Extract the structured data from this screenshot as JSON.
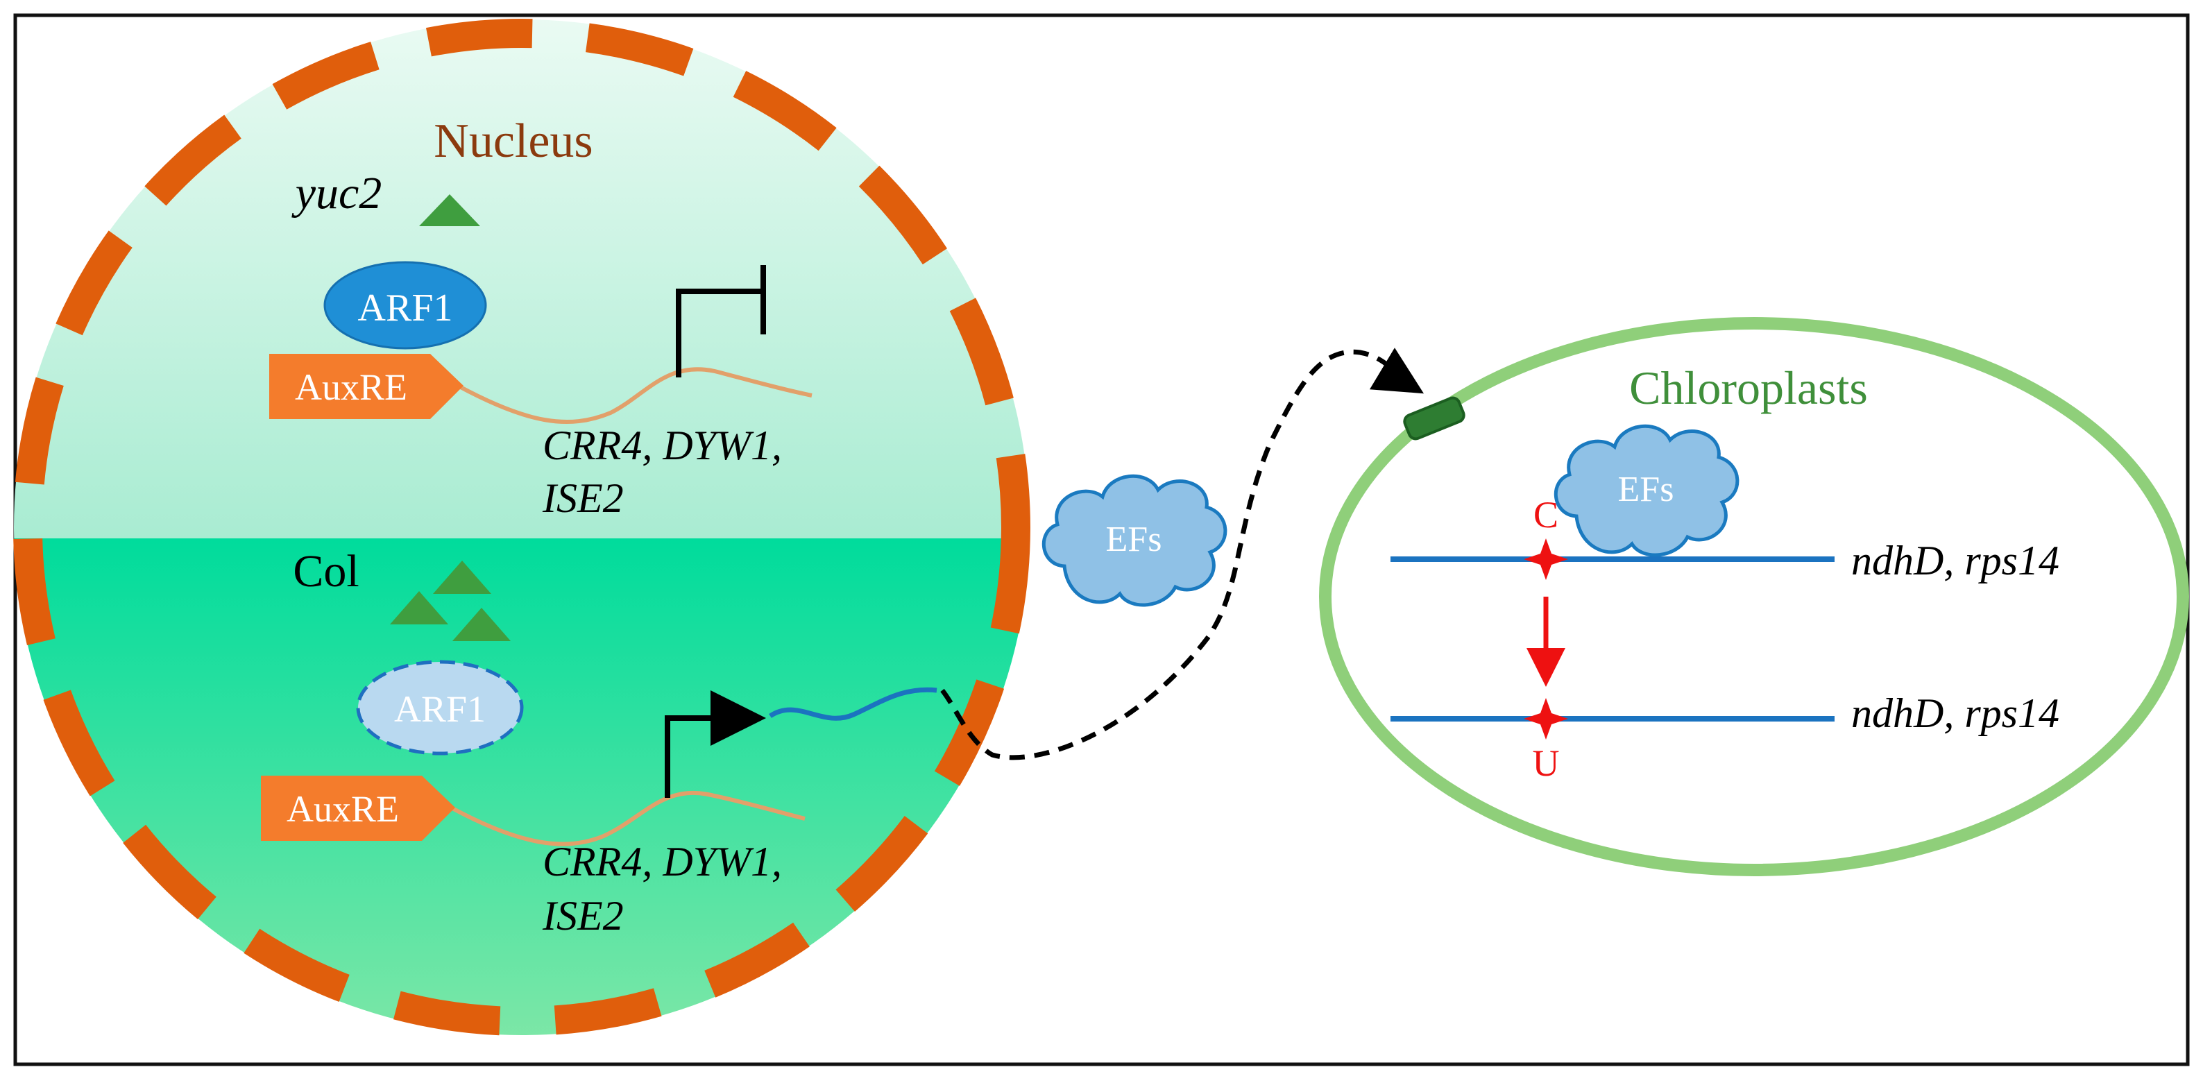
{
  "nucleus": {
    "title": "Nucleus",
    "upper": {
      "condition": "yuc2",
      "factor": "ARF1",
      "element": "AuxRE",
      "genes_line1": "CRR4, DYW1,",
      "genes_line2": "ISE2"
    },
    "lower": {
      "condition": "Col",
      "factor": "ARF1",
      "element": "AuxRE",
      "genes_line1": "CRR4, DYW1,",
      "genes_line2": "ISE2"
    }
  },
  "efs_outside": "EFs",
  "chloroplast": {
    "title": "Chloroplasts",
    "efs": "EFs",
    "transcript_top": "ndhD, rps14",
    "transcript_bottom": "ndhD, rps14",
    "base_before": "C",
    "base_after": "U"
  },
  "colors": {
    "nuclear_envelope": "#e05e0c",
    "nucleus_title": "#8b3a0e",
    "auxin": "#3f9e3f",
    "arf1_active": "#1f8fd6",
    "arf1_inactive": "#b9d9f0",
    "auxre": "#f47c2c",
    "transcript": "#1b73c0",
    "chloroplast_outline": "#8fcf7a",
    "chloroplast_title": "#3f8f3a",
    "editing": "#ee1111",
    "efs_cloud": "#8fc1e6"
  }
}
